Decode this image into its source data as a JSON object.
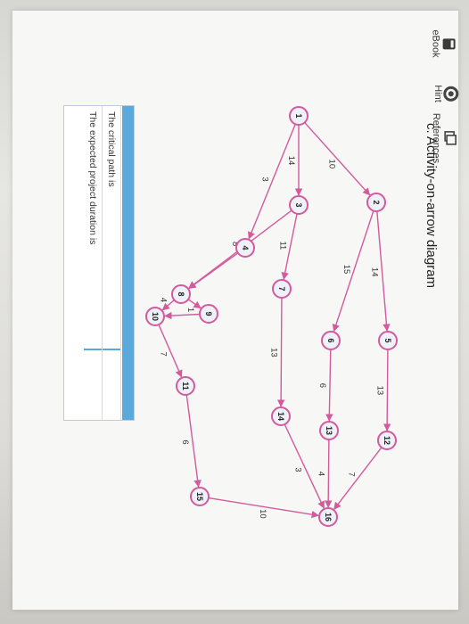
{
  "sidebar": {
    "items": [
      {
        "label": "eBook",
        "icon": "ebook-icon"
      },
      {
        "label": "Hint",
        "icon": "hint-icon"
      },
      {
        "label": "References",
        "icon": "references-icon"
      }
    ]
  },
  "section_title": "c. Activity-on-arrow diagram",
  "diagram": {
    "nodes": [
      {
        "id": "1",
        "label": "1"
      },
      {
        "id": "2",
        "label": "2"
      },
      {
        "id": "3",
        "label": "3"
      },
      {
        "id": "4",
        "label": "4"
      },
      {
        "id": "5",
        "label": "5"
      },
      {
        "id": "6",
        "label": "6"
      },
      {
        "id": "7",
        "label": "7"
      },
      {
        "id": "8",
        "label": "8"
      },
      {
        "id": "9",
        "label": "9"
      },
      {
        "id": "10",
        "label": "10"
      },
      {
        "id": "11",
        "label": "11"
      },
      {
        "id": "12",
        "label": "12"
      },
      {
        "id": "13",
        "label": "13"
      },
      {
        "id": "14",
        "label": "14"
      },
      {
        "id": "15",
        "label": "15"
      },
      {
        "id": "16",
        "label": "16"
      }
    ],
    "edges": [
      {
        "from": "1",
        "to": "2",
        "weight": "10"
      },
      {
        "from": "1",
        "to": "3",
        "weight": "14"
      },
      {
        "from": "1",
        "to": "4",
        "weight": "3"
      },
      {
        "from": "2",
        "to": "5",
        "weight": "14"
      },
      {
        "from": "2",
        "to": "6",
        "weight": "15"
      },
      {
        "from": "3",
        "to": "7",
        "weight": "11"
      },
      {
        "from": "3",
        "to": "8",
        "weight": "8"
      },
      {
        "from": "4",
        "to": "8",
        "weight": ""
      },
      {
        "from": "5",
        "to": "12",
        "weight": "13"
      },
      {
        "from": "6",
        "to": "13",
        "weight": "6"
      },
      {
        "from": "7",
        "to": "14",
        "weight": "13"
      },
      {
        "from": "8",
        "to": "9",
        "weight": "1"
      },
      {
        "from": "8",
        "to": "10",
        "weight": "4"
      },
      {
        "from": "9",
        "to": "10",
        "weight": ""
      },
      {
        "from": "10",
        "to": "11",
        "weight": "7"
      },
      {
        "from": "11",
        "to": "15",
        "weight": "6"
      },
      {
        "from": "12",
        "to": "16",
        "weight": "7"
      },
      {
        "from": "13",
        "to": "16",
        "weight": "4"
      },
      {
        "from": "14",
        "to": "16",
        "weight": "3"
      },
      {
        "from": "15",
        "to": "16",
        "weight": "10"
      }
    ]
  },
  "answers": {
    "critical_path_label": "The critical path is",
    "duration_label": "The expected project duration is",
    "critical_path_value": "",
    "duration_value": ""
  },
  "colors": {
    "arrow": "#d35a9c",
    "node_fill": "#eef1f7",
    "node_stroke": "#d35a9c",
    "accent": "#5aa9dd"
  }
}
